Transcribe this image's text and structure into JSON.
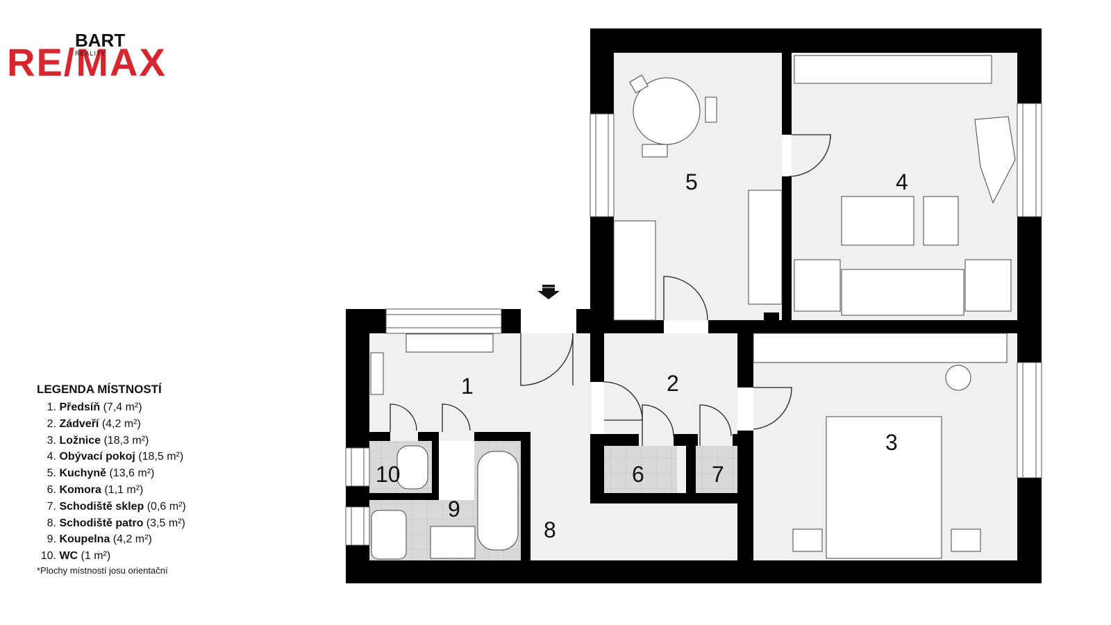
{
  "logo": {
    "brand": "RE/MAX",
    "office": "BART",
    "tagline": "REALITY"
  },
  "legend": {
    "title": "LEGENDA  MÍSTNOSTÍ",
    "items": [
      {
        "num": "1.",
        "name": "Předsíň",
        "area": " (7,4 m²)"
      },
      {
        "num": "2.",
        "name": "Zádveří",
        "area": " (4,2 m²)"
      },
      {
        "num": "3.",
        "name": "Ložnice",
        "area": "  (18,3 m²)"
      },
      {
        "num": "4.",
        "name": "Obývací pokoj",
        "area": " (18,5 m²)"
      },
      {
        "num": "5.",
        "name": "Kuchyně",
        "area": " (13,6 m²)"
      },
      {
        "num": "6.",
        "name": "Komora",
        "area": " (1,1 m²)"
      },
      {
        "num": "7.",
        "name": "Schodiště sklep",
        "area": " (0,6 m²)"
      },
      {
        "num": "8.",
        "name": "Schodiště patro",
        "area": " (3,5 m²)"
      },
      {
        "num": "9.",
        "name": "Koupelna",
        "area": " (4,2 m²)"
      },
      {
        "num": "10.",
        "name": "WC",
        "area": " (1 m²)"
      }
    ],
    "note": "*Plochy místností josu orientační"
  },
  "rooms": {
    "r1": "1",
    "r2": "2",
    "r3": "3",
    "r4": "4",
    "r5": "5",
    "r6": "6",
    "r7": "7",
    "r8": "8",
    "r9": "9",
    "r10": "10"
  },
  "colors": {
    "wall": "#000000",
    "floor": "#f0f0f0",
    "tile": "#d8d8d8",
    "brand_red": "#d8262f",
    "brand_blue": "#1f3f93"
  }
}
